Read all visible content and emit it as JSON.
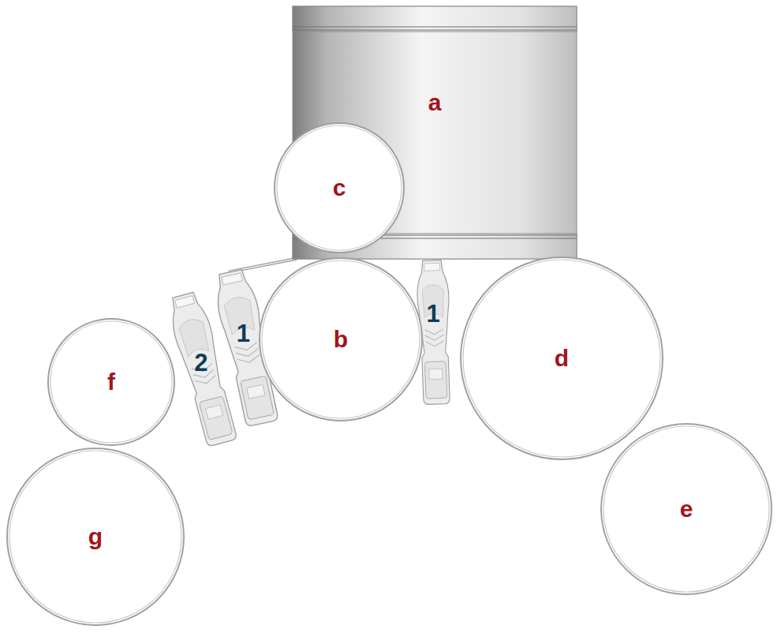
{
  "diagram": {
    "nodes": [
      {
        "text": [
          "a"
        ]
      },
      {
        "text": [
          "c"
        ]
      },
      {
        "text": [
          "2"
        ]
      },
      {
        "text": [
          "1"
        ]
      },
      {
        "text": [
          "b"
        ]
      },
      {
        "text": [
          "1"
        ]
      },
      {
        "text": [
          "d"
        ]
      },
      {
        "text": [
          "f"
        ]
      },
      {
        "text": [
          "e"
        ]
      },
      {
        "text": [
          "g"
        ]
      }
    ],
    "edges": [
      {
        "from": 3,
        "to": 0,
        "arrow": "none"
      }
    ]
  }
}
